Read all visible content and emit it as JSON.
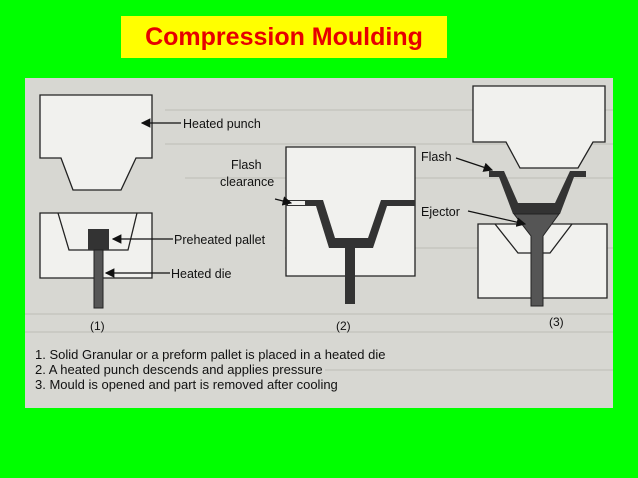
{
  "title": "Compression Moulding",
  "colors": {
    "background": "#00ff00",
    "title_box": "#ffff00",
    "title_text": "#e60000",
    "diagram_panel": "#d7d7d2",
    "part": "#333333"
  },
  "labels": {
    "heated_punch": "Heated punch",
    "flash_clearance_1": "Flash",
    "flash_clearance_2": "clearance",
    "preheated_pallet": "Preheated pallet",
    "heated_die": "Heated die",
    "flash": "Flash",
    "ejector": "Ejector"
  },
  "stages": [
    "(1)",
    "(2)",
    "(3)"
  ],
  "steps": [
    "1. Solid Granular or a preform pallet is placed in a heated die",
    "2. A heated punch descends and applies pressure",
    "3. Mould is opened and part is removed after cooling"
  ]
}
